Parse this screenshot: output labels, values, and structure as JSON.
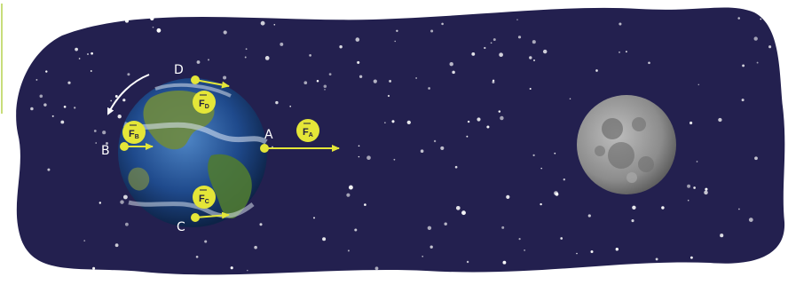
{
  "diagram": {
    "colors": {
      "space": "#23204f",
      "star": "#ffffff",
      "force": "#e4e638",
      "ocean": "#1f4a8c",
      "land": "#5d7a3a",
      "moon": "#8c8c8c",
      "frame_border": "#c8dd7a"
    },
    "points": {
      "A": "A",
      "B": "B",
      "C": "C",
      "D": "D"
    },
    "forces": {
      "A": {
        "base": "F",
        "sub": "A"
      },
      "B": {
        "base": "F",
        "sub": "B"
      },
      "C": {
        "base": "F",
        "sub": "C"
      },
      "D": {
        "base": "F",
        "sub": "D"
      }
    },
    "bodies": [
      "earth",
      "moon"
    ],
    "rotation": "counterclockwise"
  }
}
